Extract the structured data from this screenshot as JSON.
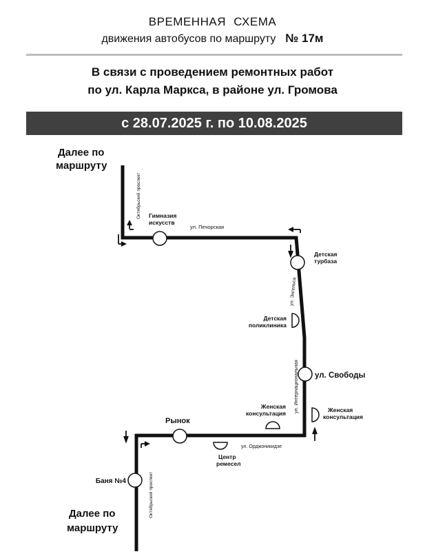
{
  "header": {
    "title_line1": "ВРЕМЕННАЯ   СХЕМА",
    "title_line2": "движения автобусов по маршруту",
    "route_number": "№ 17м"
  },
  "notice": {
    "line1": "В связи с проведением ремонтных работ",
    "line2": "по ул. Карла Маркса, в районе ул. Громова"
  },
  "period": "с 28.07.2025 г. по 10.08.2025",
  "map": {
    "continue_top": [
      "Далее по",
      "маршруту"
    ],
    "continue_bottom": [
      "Далее по",
      "маршруту"
    ],
    "streets": {
      "oktyabrsky_top": "Октябрьский проспект",
      "pechorskaya": "ул. Печорская",
      "engelsa": "ул. Энгельса",
      "internatsionalnaya": "ул. Интернациональная",
      "ordzhonikidze": "ул. Орджоникидзе",
      "oktyabrsky_bottom": "Октябрьский проспект"
    },
    "stops": {
      "gimnaziya": [
        "Гимназия",
        "искусств"
      ],
      "turbaza": [
        "Детская",
        "турбаза"
      ],
      "poliklinika": [
        "Детская",
        "поликлиника"
      ],
      "svobody": "ул. Свободы",
      "konsultatsiya_left": [
        "Женская",
        "консультация"
      ],
      "konsultatsiya_right": [
        "Женская",
        "консультация"
      ],
      "rynok": "Рынок",
      "tsentr": [
        "Центр",
        "ремесел"
      ],
      "banya": "Баня №4"
    },
    "colors": {
      "route": "#111111",
      "band": "#404040",
      "rule": "#bdbdbd"
    }
  }
}
